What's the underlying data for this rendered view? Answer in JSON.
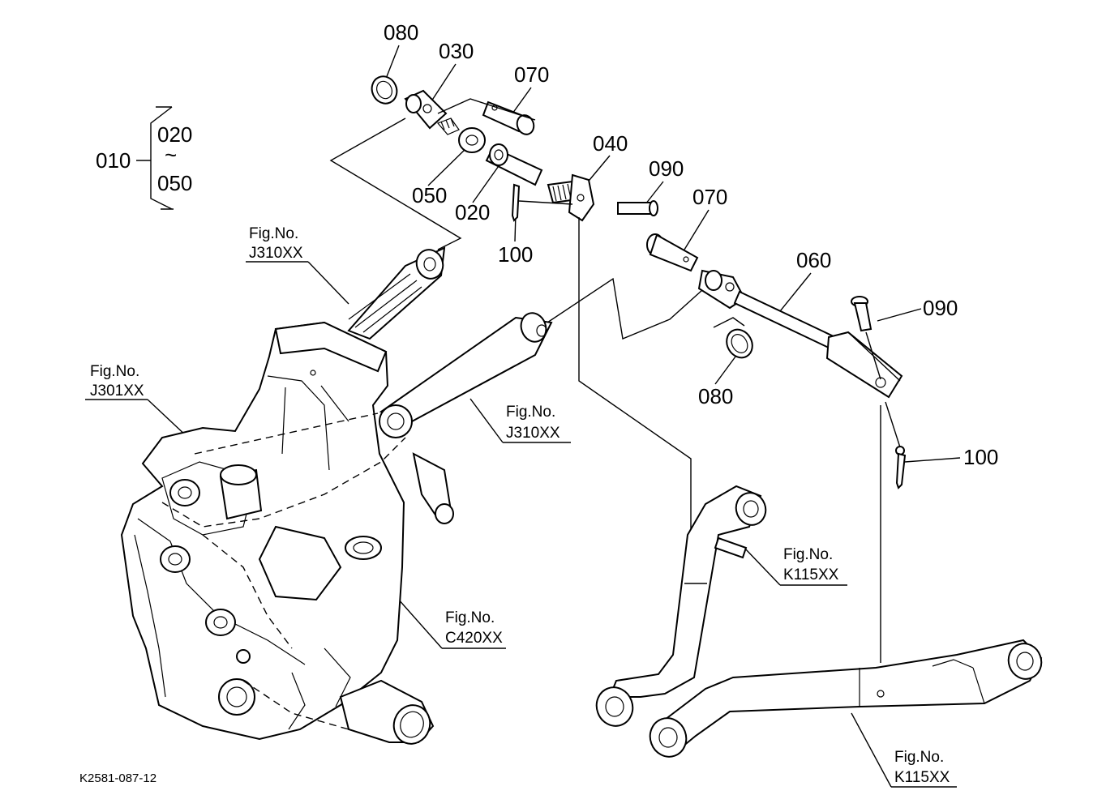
{
  "assembly": {
    "label": "010",
    "range_start": "020",
    "range_tilde": "~",
    "range_end": "050"
  },
  "part_labels": {
    "p080_top": "080",
    "p030": "030",
    "p070_top": "070",
    "p040": "040",
    "p090_top": "090",
    "p050": "050",
    "p020": "020",
    "p100_top": "100",
    "p070_mid": "070",
    "p060": "060",
    "p090_right": "090",
    "p080_mid": "080",
    "p100_right": "100"
  },
  "figure_refs": {
    "j310_top": {
      "title": "Fig.No.",
      "code": "J310XX"
    },
    "j301": {
      "title": "Fig.No.",
      "code": "J301XX"
    },
    "j310_mid": {
      "title": "Fig.No.",
      "code": "J310XX"
    },
    "k115_mid": {
      "title": "Fig.No.",
      "code": "K115XX"
    },
    "c420": {
      "title": "Fig.No.",
      "code": "C420XX"
    },
    "k115_bottom": {
      "title": "Fig.No.",
      "code": "K115XX"
    }
  },
  "drawing_code": "K2581-087-12"
}
